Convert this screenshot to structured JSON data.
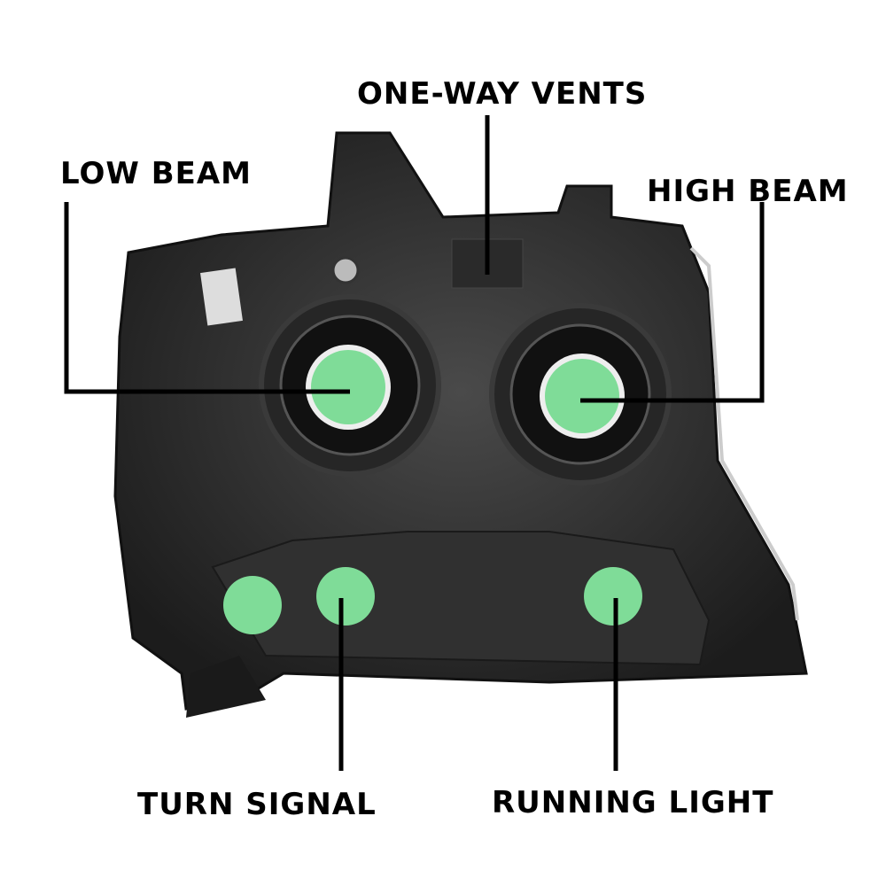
{
  "labels": {
    "one_way_vents": "ONE-WAY VENTS",
    "low_beam": "LOW BEAM",
    "high_beam": "HIGH BEAM",
    "turn_signal": "TURN SIGNAL",
    "running_light": "RUNNING LIGHT"
  },
  "colors": {
    "highlight": "#7fdc98",
    "housing": "#2b2b2b",
    "leader_line": "#000000"
  }
}
